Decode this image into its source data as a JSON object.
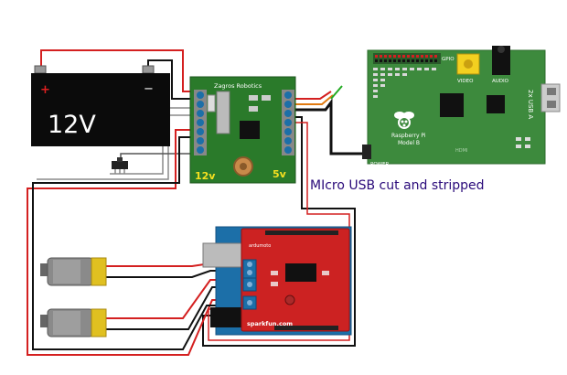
{
  "battery": {
    "label": "12V",
    "plus": "+",
    "minus": "−"
  },
  "regulator": {
    "brand": "Zagros Robotics",
    "in_label": "12v",
    "out_label": "5v"
  },
  "raspberry_pi": {
    "gpio": "GPIO",
    "video": "VIDEO",
    "audio": "AUDIO",
    "usb": "2x USB A",
    "name_line1": "Raspberry Pi",
    "name_line2": "Model B",
    "power": "POWER",
    "hdmi": "HDMI"
  },
  "shield": {
    "brand": "sparkfun.com",
    "board_name": "ardumoto"
  },
  "annotation": "MIcro USB cut and stripped",
  "colors": {
    "wire_red": "#d42020",
    "wire_black": "#111111",
    "wire_gray": "#8a8a8a",
    "pcb_green": "#2a7a2a",
    "pi_green": "#3d8a3d",
    "shield_red": "#cc2222",
    "arduino_blue": "#1c6fa8",
    "motor_gold": "#e0c020",
    "annotation_purple": "#2a0a7a"
  }
}
